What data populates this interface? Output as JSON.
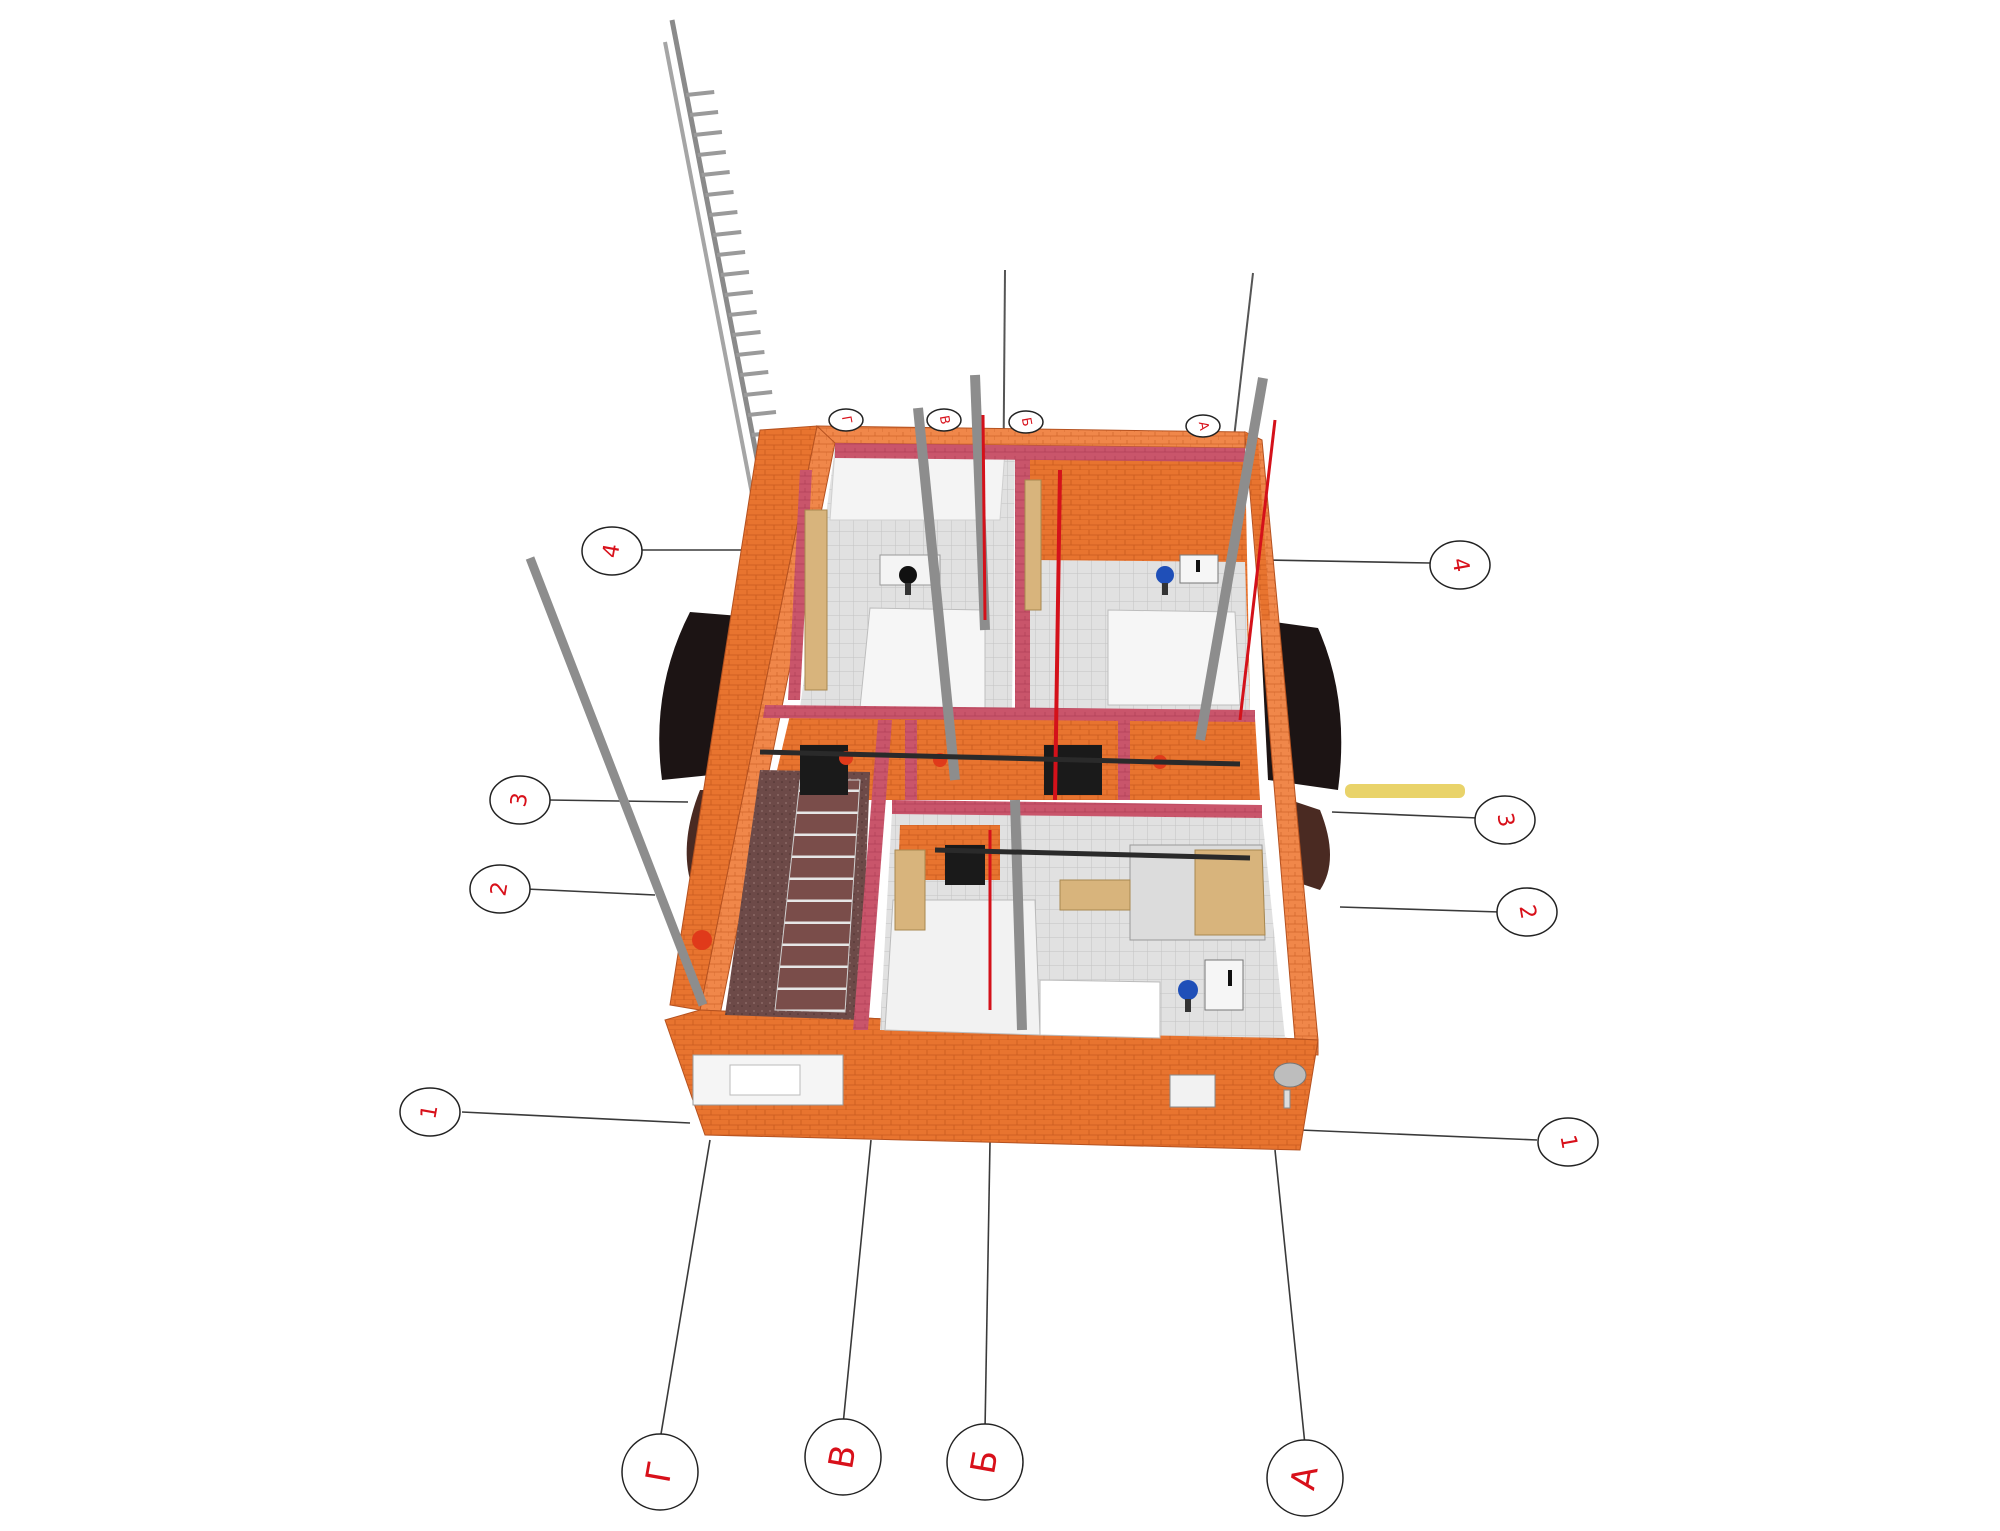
{
  "title": "",
  "colors": {
    "brick": "#e8742f",
    "brick_dark": "#c85a1e",
    "brick_top": "#f0874a",
    "partition": "#c9556b",
    "floor": "#dcdcdc",
    "pipe": "#8d8d8d",
    "pipe_red": "#d4111a",
    "ground": "#1c1414",
    "ground_brown": "#4a2a22",
    "label_red": "#d8101a",
    "line": "#3a3a3a",
    "yellow_pipe": "#e9d36a"
  },
  "grid_axes": {
    "letters_bottom": [
      {
        "id": "g",
        "label": "Г"
      },
      {
        "id": "v",
        "label": "В"
      },
      {
        "id": "b",
        "label": "Б"
      },
      {
        "id": "a",
        "label": "А"
      }
    ],
    "letters_top": [
      {
        "id": "g",
        "label": "Г"
      },
      {
        "id": "v",
        "label": "В"
      },
      {
        "id": "b",
        "label": "Б"
      },
      {
        "id": "a",
        "label": "А"
      }
    ],
    "numbers_left": [
      {
        "id": "4",
        "label": "4"
      },
      {
        "id": "3",
        "label": "3"
      },
      {
        "id": "2",
        "label": "2"
      },
      {
        "id": "1",
        "label": "1"
      }
    ],
    "numbers_right": [
      {
        "id": "4",
        "label": "4"
      },
      {
        "id": "3",
        "label": "3"
      },
      {
        "id": "2",
        "label": "2"
      },
      {
        "id": "1",
        "label": "1"
      }
    ]
  },
  "icons": [
    "office-chair-icon",
    "desk-icon",
    "monitor-icon",
    "fire-alarm-icon",
    "door-icon",
    "staircase-icon",
    "ladder-icon",
    "antenna-mast-icon",
    "satellite-dish-icon",
    "ventilation-pipe-icon"
  ]
}
